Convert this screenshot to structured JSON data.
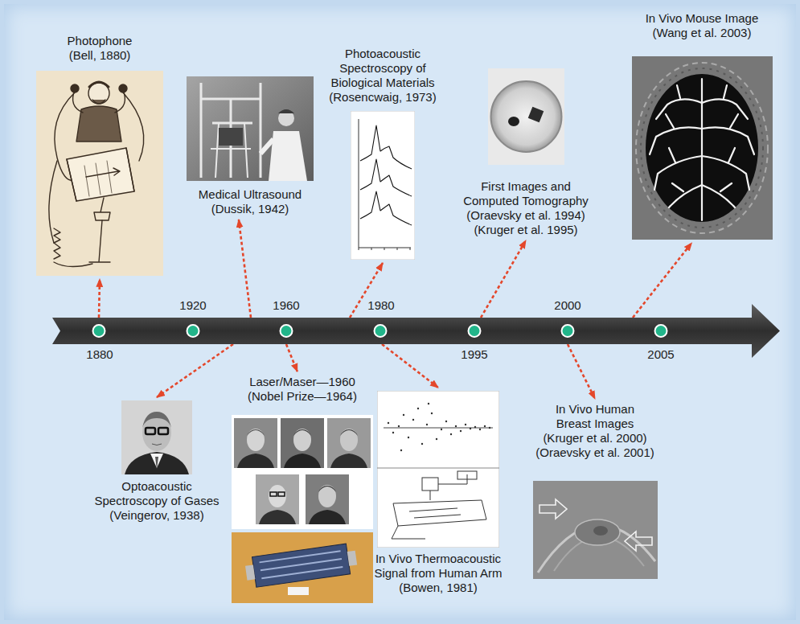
{
  "diagram": {
    "nodes": [
      {
        "text": [
          "Photophone",
          "(Bell, 1880)"
        ]
      },
      {
        "text": [
          "Medical Ultrasound",
          "(Dussik, 1942)"
        ]
      },
      {
        "text": [
          "Photoacoustic Spectroscopy of Biological Materials",
          "(Rosencwaig, 1973)"
        ]
      },
      {
        "text": [
          "First Images and Computed Tomography",
          "(Oraevsky et al. 1994)",
          "(Kruger et al. 1995)"
        ]
      },
      {
        "text": [
          "In Vivo Mouse Image",
          "(Wang et al. 2003)"
        ]
      },
      {
        "text": [
          "1880",
          "1920",
          "1960",
          "1980",
          "1995",
          "2000",
          "2005"
        ]
      },
      {
        "text": [
          "Optoacoustic Spectroscopy of Gases",
          "(Veingerov, 1938)"
        ]
      },
      {
        "text": [
          "Laser/Maser—1960",
          "(Nobel Prize—1964)"
        ]
      },
      {
        "text": [
          "In Vivo Thermoacoustic Signal from Human Arm",
          "(Bowen, 1981)"
        ]
      },
      {
        "text": [
          "In Vivo Human Breast Images",
          "(Kruger et al. 2000)",
          "(Oraevsky et al. 2001)"
        ]
      }
    ],
    "edges": [
      {
        "from": 5,
        "to": 0,
        "arrow": "to"
      },
      {
        "from": 5,
        "to": 1,
        "arrow": "to"
      },
      {
        "from": 5,
        "to": 2,
        "arrow": "to"
      },
      {
        "from": 5,
        "to": 3,
        "arrow": "to"
      },
      {
        "from": 5,
        "to": 4,
        "arrow": "to"
      },
      {
        "from": 5,
        "to": 6,
        "arrow": "to"
      },
      {
        "from": 5,
        "to": 7,
        "arrow": "to"
      },
      {
        "from": 5,
        "to": 8,
        "arrow": "to"
      },
      {
        "from": 5,
        "to": 9,
        "arrow": "to"
      }
    ]
  }
}
